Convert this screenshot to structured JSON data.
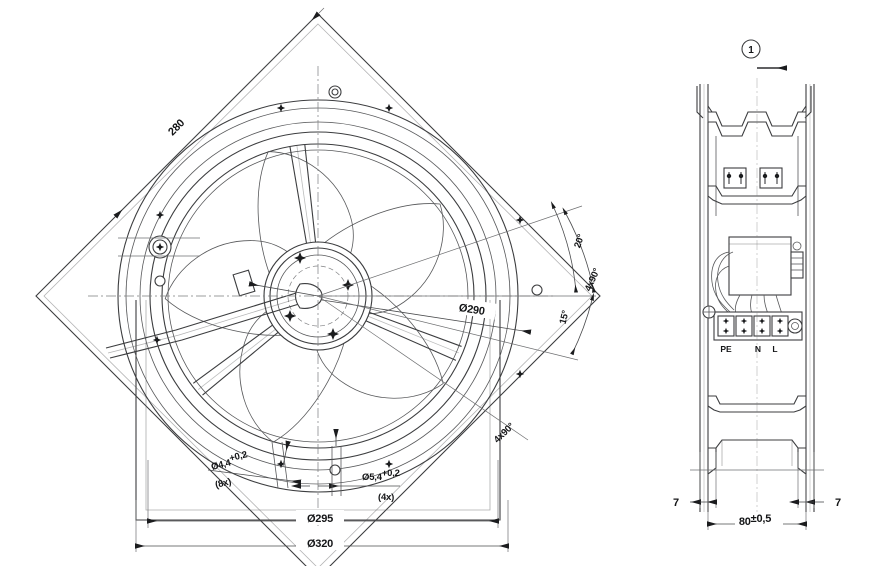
{
  "drawing": {
    "type": "engineering-drawing",
    "subject": "axial-fan-assembly",
    "background_color": "#ffffff",
    "line_color": "#3c3d3f",
    "text_color": "#141517"
  },
  "views": {
    "front": {
      "name": "front-view",
      "description": "Square housing rotated 45 degrees with 5-blade axial impeller and 3-spoke guard grille",
      "blade_count": 5,
      "spoke_count": 3,
      "hub_screw_count": 4,
      "corner_hole_count": 4
    },
    "side": {
      "name": "side-view",
      "description": "Side section showing motor body, cable routing and terminal block"
    }
  },
  "dimensions": {
    "diagonal_280": {
      "label": "280",
      "name": "diagonal-dimension"
    },
    "hub_290": {
      "label": "Ø290",
      "name": "impeller-diameter-dimension"
    },
    "bolt_circle_295": {
      "label": "Ø295",
      "name": "bolt-circle-dimension"
    },
    "outer_320": {
      "label": "Ø320",
      "name": "outer-diameter-dimension"
    },
    "hole_small": {
      "label": "Ø4,4",
      "tolerance": "+0,2",
      "qty": "(8x)",
      "name": "small-hole-dimension"
    },
    "hole_large": {
      "label": "Ø5,4",
      "tolerance": "+0,2",
      "qty": "(4x)",
      "name": "large-hole-dimension"
    },
    "depth_80": {
      "label": "80",
      "tolerance": "±0,5",
      "name": "depth-dimension"
    },
    "flange_left_7": {
      "label": "7",
      "name": "flange-left-dimension"
    },
    "flange_right_7": {
      "label": "7",
      "name": "flange-right-dimension"
    }
  },
  "angles": {
    "a20": {
      "label": "20°",
      "name": "angle-20-degrees"
    },
    "a15": {
      "label": "15°",
      "name": "angle-15-degrees"
    },
    "a4x90_upper": {
      "label": "4x90°",
      "name": "angle-4x90-upper"
    },
    "a4x90_lower": {
      "label": "4x90°",
      "name": "angle-4x90-lower"
    }
  },
  "callouts": {
    "item_one": {
      "label": "1",
      "name": "callout-item-1",
      "note": "circled balloon with direction arrow"
    }
  },
  "terminals": {
    "name": "terminal-block",
    "labels": [
      {
        "id": "pe",
        "label": "PE",
        "name": "terminal-label-pe"
      },
      {
        "id": "n",
        "label": "N",
        "name": "terminal-label-n"
      },
      {
        "id": "l",
        "label": "L",
        "name": "terminal-label-l"
      }
    ]
  }
}
